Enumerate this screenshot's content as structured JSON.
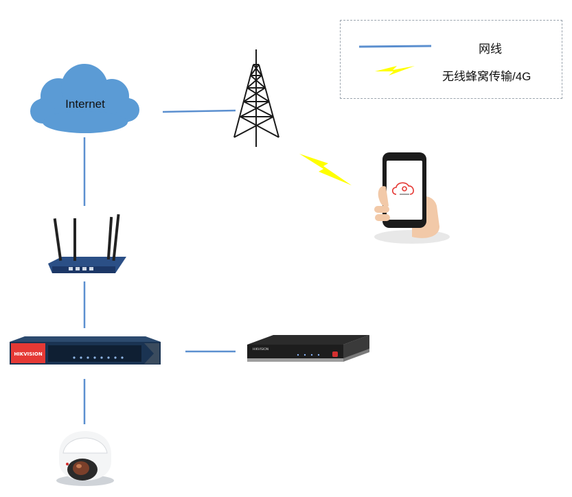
{
  "legend": {
    "wired_label": "网线",
    "cellular_label": "无线蜂窝传输/4G"
  },
  "nodes": {
    "internet_label": "Internet",
    "switch_brand": "HIKVISION",
    "nvr_brand": "HIKVISION"
  },
  "colors": {
    "link_line": "#5b8fcf",
    "cloud": "#5b9bd5",
    "lightning": "#ffff00",
    "switch_body": "#1f3c5e",
    "router_body": "#1f3f73"
  }
}
